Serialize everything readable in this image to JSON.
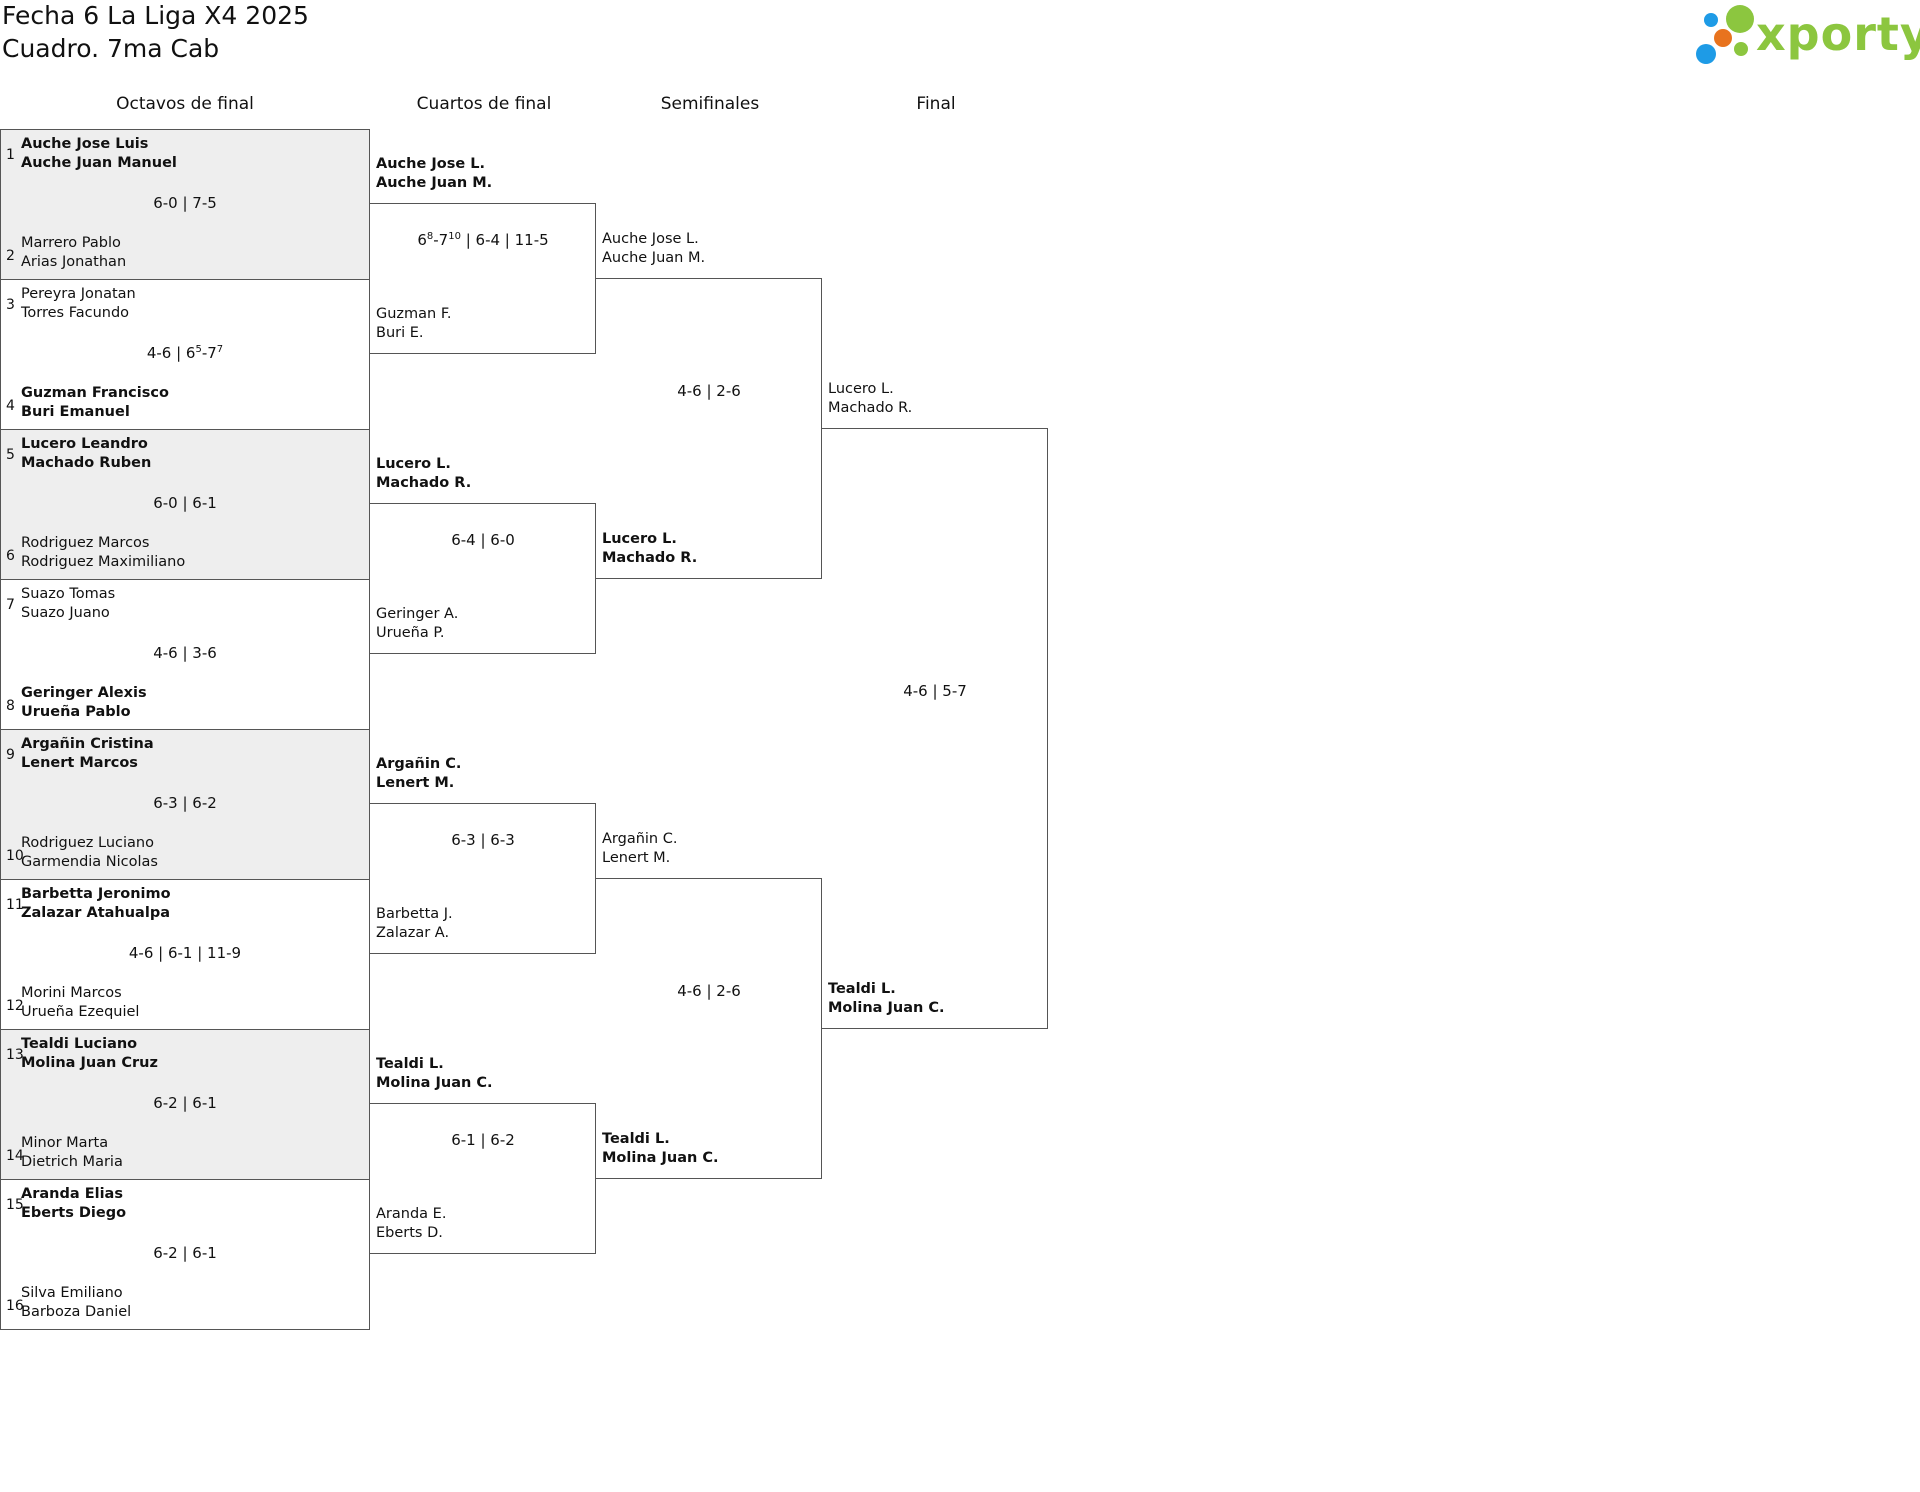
{
  "header": {
    "title": "Fecha 6 La Liga X4 2025",
    "subtitle": "Cuadro. 7ma Cab",
    "logo_text": "xporty",
    "logo_color": "#8cc63f"
  },
  "rounds": [
    "Octavos de final",
    "Cuartos de final",
    "Semifinales",
    "Final"
  ],
  "round_of_16": [
    {
      "seed_a": "1",
      "team_a": [
        "Auche Jose Luis",
        "Auche Juan Manuel"
      ],
      "seed_b": "2",
      "team_b": [
        "Marrero Pablo",
        "Arias Jonathan"
      ],
      "winner": "a",
      "score": "6-0 | 7-5"
    },
    {
      "seed_a": "3",
      "team_a": [
        "Pereyra Jonatan",
        "Torres Facundo"
      ],
      "seed_b": "4",
      "team_b": [
        "Guzman Francisco",
        "Buri Emanuel"
      ],
      "winner": "b",
      "score_sets": [
        {
          "g": "4-6"
        },
        {
          "a": "6",
          "a_tb": "5",
          "b": "7",
          "b_tb": "7"
        }
      ]
    },
    {
      "seed_a": "5",
      "team_a": [
        "Lucero Leandro",
        "Machado Ruben"
      ],
      "seed_b": "6",
      "team_b": [
        "Rodriguez Marcos",
        "Rodriguez Maximiliano"
      ],
      "winner": "a",
      "score": "6-0 | 6-1"
    },
    {
      "seed_a": "7",
      "team_a": [
        "Suazo Tomas",
        "Suazo Juano"
      ],
      "seed_b": "8",
      "team_b": [
        "Geringer Alexis",
        "Urueña Pablo"
      ],
      "winner": "b",
      "score": "4-6 | 3-6"
    },
    {
      "seed_a": "9",
      "team_a": [
        "Argañin Cristina",
        "Lenert Marcos"
      ],
      "seed_b": "10",
      "team_b": [
        "Rodriguez Luciano",
        "Garmendia Nicolas"
      ],
      "winner": "a",
      "score": "6-3 | 6-2"
    },
    {
      "seed_a": "11",
      "team_a": [
        "Barbetta Jeronimo",
        "Zalazar Atahualpa"
      ],
      "seed_b": "12",
      "team_b": [
        "Morini Marcos",
        "Urueña Ezequiel"
      ],
      "winner": "a",
      "score": "4-6 | 6-1 | 11-9"
    },
    {
      "seed_a": "13",
      "team_a": [
        "Tealdi Luciano",
        "Molina Juan Cruz"
      ],
      "seed_b": "14",
      "team_b": [
        "Minor Marta",
        "Dietrich Maria"
      ],
      "winner": "a",
      "score": "6-2 | 6-1"
    },
    {
      "seed_a": "15",
      "team_a": [
        "Aranda Elias",
        "Eberts Diego"
      ],
      "seed_b": "16",
      "team_b": [
        "Silva Emiliano",
        "Barboza Daniel"
      ],
      "winner": "a",
      "score": "6-2 | 6-1"
    }
  ],
  "quarterfinals": [
    {
      "team_a": [
        "Auche Jose L.",
        "Auche Juan M."
      ],
      "team_b": [
        "Guzman F.",
        "Buri E."
      ],
      "winner": "a",
      "score_sets": [
        {
          "a": "6",
          "a_tb": "8",
          "b": "7",
          "b_tb": "10"
        },
        {
          "g": "6-4"
        },
        {
          "g": "11-5"
        }
      ]
    },
    {
      "team_a": [
        "Lucero L.",
        "Machado R."
      ],
      "team_b": [
        "Geringer A.",
        "Urueña P."
      ],
      "winner": "a",
      "score": "6-4 | 6-0"
    },
    {
      "team_a": [
        "Argañin C.",
        "Lenert M."
      ],
      "team_b": [
        "Barbetta J.",
        "Zalazar A."
      ],
      "winner": "a",
      "score": "6-3 | 6-3"
    },
    {
      "team_a": [
        "Tealdi L.",
        "Molina Juan C."
      ],
      "team_b": [
        "Aranda E.",
        "Eberts D."
      ],
      "winner": "a",
      "score": "6-1 | 6-2"
    }
  ],
  "semifinals": [
    {
      "team_a": [
        "Auche Jose L.",
        "Auche Juan M."
      ],
      "team_b": [
        "Lucero L.",
        "Machado R."
      ],
      "winner": "b",
      "score": "4-6 | 2-6"
    },
    {
      "team_a": [
        "Argañin C.",
        "Lenert M."
      ],
      "team_b": [
        "Tealdi L.",
        "Molina Juan C."
      ],
      "winner": "b",
      "score": "4-6 | 2-6"
    }
  ],
  "final": {
    "team_a": [
      "Lucero L.",
      "Machado R."
    ],
    "team_b": [
      "Tealdi L.",
      "Molina Juan C."
    ],
    "winner": "b",
    "score": "4-6 | 5-7"
  }
}
